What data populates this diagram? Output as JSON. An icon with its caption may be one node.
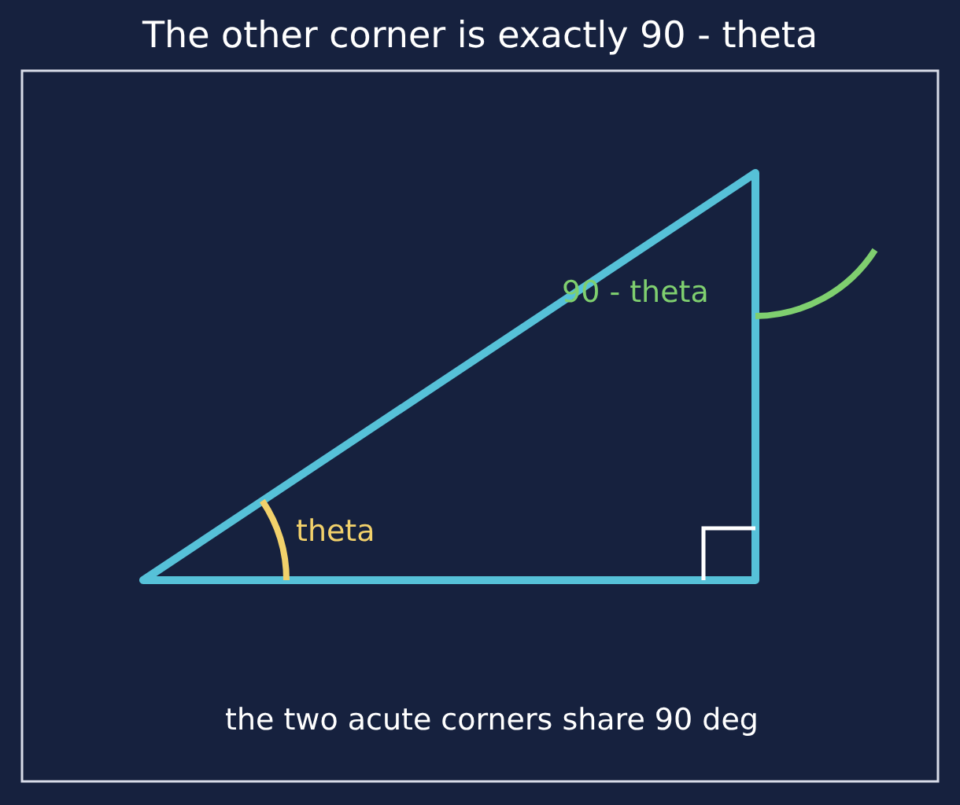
{
  "diagram": {
    "title": "The other corner is exactly 90 - theta",
    "labels": [
      "theta",
      "90 - theta",
      "the two acute corners share 90 deg"
    ]
  }
}
